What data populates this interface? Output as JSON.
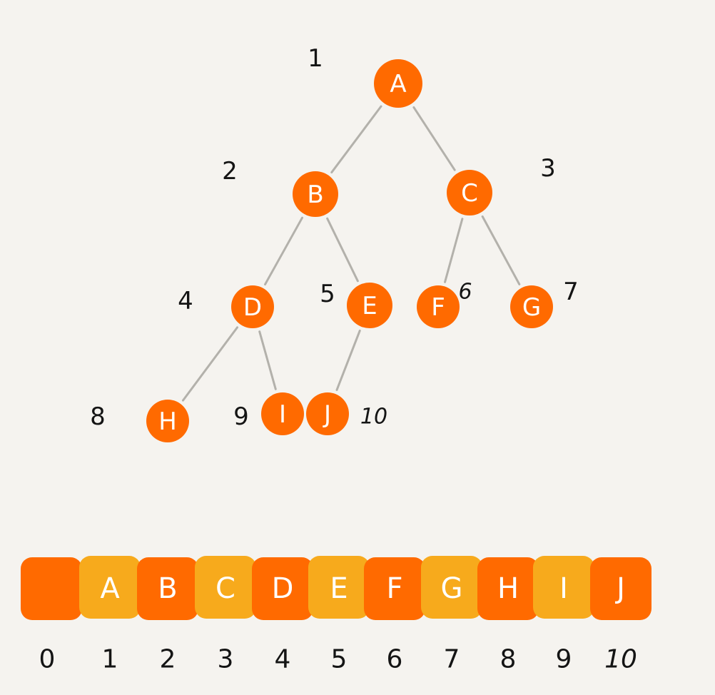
{
  "colors": {
    "background": "#f5f3ef",
    "node_fill": "#ff6a00",
    "node_letter": "#ffffff",
    "edge": "#b3b1ab",
    "label": "#141414",
    "cell_dark": "#ff6a00",
    "cell_light": "#f7aa1c"
  },
  "tree": {
    "nodes": [
      {
        "letter": "A",
        "index": "1"
      },
      {
        "letter": "B",
        "index": "2"
      },
      {
        "letter": "C",
        "index": "3"
      },
      {
        "letter": "D",
        "index": "4"
      },
      {
        "letter": "E",
        "index": "5"
      },
      {
        "letter": "F",
        "index": "6"
      },
      {
        "letter": "G",
        "index": "7"
      },
      {
        "letter": "H",
        "index": "8"
      },
      {
        "letter": "I",
        "index": "9"
      },
      {
        "letter": "J",
        "index": "10"
      }
    ],
    "edges": [
      [
        "A",
        "B"
      ],
      [
        "A",
        "C"
      ],
      [
        "B",
        "D"
      ],
      [
        "B",
        "E"
      ],
      [
        "C",
        "F"
      ],
      [
        "C",
        "G"
      ],
      [
        "D",
        "H"
      ],
      [
        "D",
        "I"
      ],
      [
        "E",
        "J"
      ]
    ]
  },
  "array": {
    "cells": [
      {
        "letter": "",
        "index": "0"
      },
      {
        "letter": "A",
        "index": "1"
      },
      {
        "letter": "B",
        "index": "2"
      },
      {
        "letter": "C",
        "index": "3"
      },
      {
        "letter": "D",
        "index": "4"
      },
      {
        "letter": "E",
        "index": "5"
      },
      {
        "letter": "F",
        "index": "6"
      },
      {
        "letter": "G",
        "index": "7"
      },
      {
        "letter": "H",
        "index": "8"
      },
      {
        "letter": "I",
        "index": "9"
      },
      {
        "letter": "J",
        "index": "10"
      }
    ]
  }
}
